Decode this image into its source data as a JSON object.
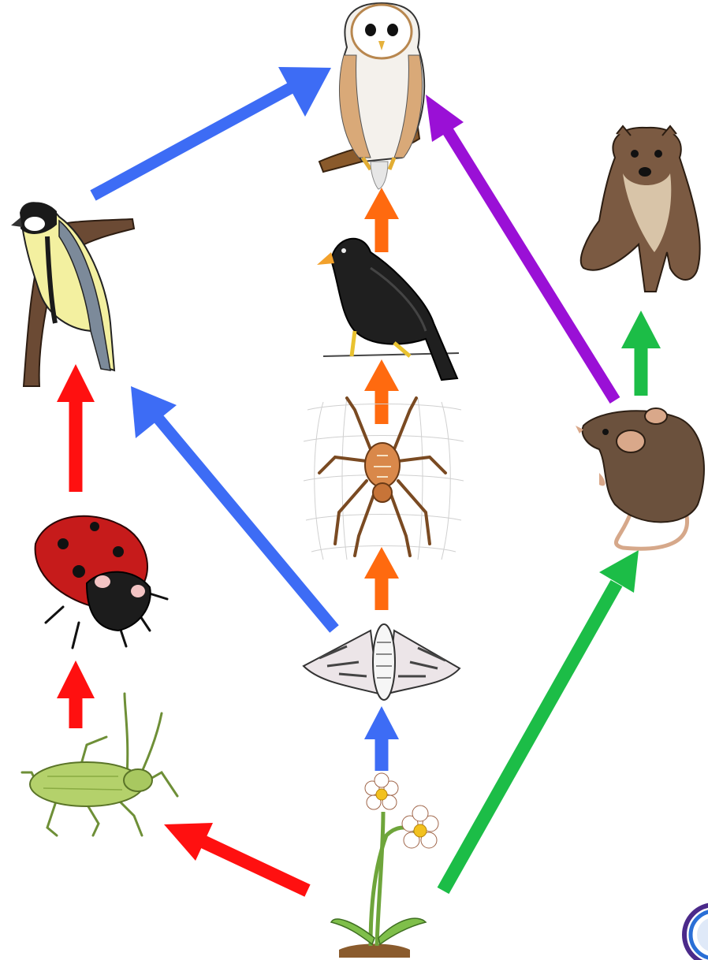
{
  "diagram": {
    "nodes": [
      {
        "id": "owl",
        "icon": "barn-owl-icon"
      },
      {
        "id": "stoat",
        "icon": "stoat-icon"
      },
      {
        "id": "great_tit",
        "icon": "great-tit-bird-icon"
      },
      {
        "id": "blackbird",
        "icon": "blackbird-icon"
      },
      {
        "id": "spider",
        "icon": "orb-weaver-spider-icon"
      },
      {
        "id": "mouse",
        "icon": "mouse-icon"
      },
      {
        "id": "ladybird",
        "icon": "ladybird-icon"
      },
      {
        "id": "moth",
        "icon": "moth-icon"
      },
      {
        "id": "aphid",
        "icon": "aphid-icon"
      },
      {
        "id": "flower",
        "icon": "daisy-flower-icon"
      }
    ],
    "edges": [
      {
        "from": "great_tit",
        "to": "owl",
        "color": "#3d6cf5"
      },
      {
        "from": "blackbird",
        "to": "owl",
        "color": "#ff6a0f"
      },
      {
        "from": "mouse",
        "to": "owl",
        "color": "#9a10d6"
      },
      {
        "from": "mouse",
        "to": "stoat",
        "color": "#1cbd47"
      },
      {
        "from": "spider",
        "to": "blackbird",
        "color": "#ff6a0f"
      },
      {
        "from": "moth",
        "to": "spider",
        "color": "#ff6a0f"
      },
      {
        "from": "moth",
        "to": "great_tit",
        "color": "#3d6cf5"
      },
      {
        "from": "ladybird",
        "to": "great_tit",
        "color": "#ff1010"
      },
      {
        "from": "aphid",
        "to": "ladybird",
        "color": "#ff1010"
      },
      {
        "from": "flower",
        "to": "moth",
        "color": "#3d6cf5"
      },
      {
        "from": "flower",
        "to": "aphid",
        "color": "#ff1010"
      },
      {
        "from": "flower",
        "to": "mouse",
        "color": "#1cbd47"
      }
    ],
    "logo": {
      "icon": "publisher-logo-icon"
    }
  }
}
